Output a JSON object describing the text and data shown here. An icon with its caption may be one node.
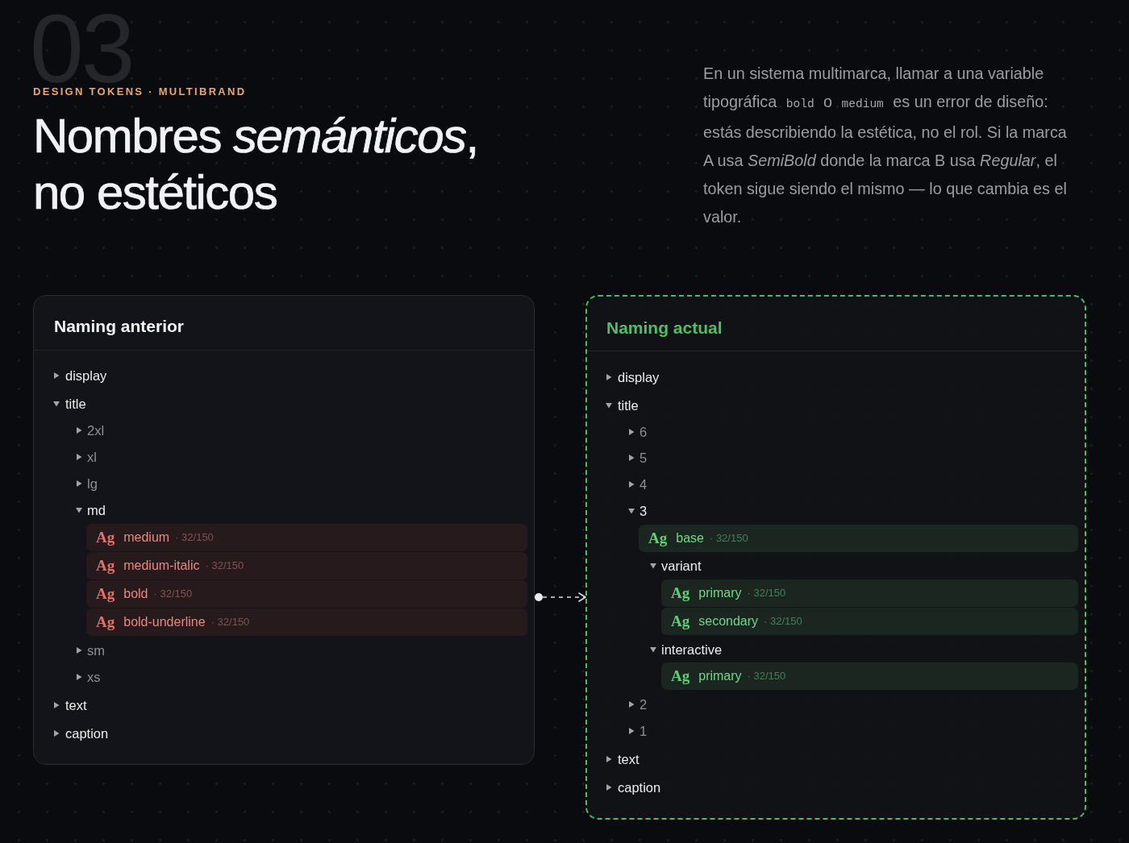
{
  "diagram": {
    "title": "Nombres *semánticos*, no estéticos",
    "nodes": [
      {
        "text": [
          "Naming anterior",
          "display",
          "title",
          "2xl",
          "xl",
          "lg",
          "md",
          "sm",
          "xs",
          "text",
          "caption"
        ]
      },
      {
        "text": [
          "Ag",
          "medium",
          "· 32/150"
        ],
        "in": 0
      },
      {
        "text": [
          "Ag",
          "medium-italic",
          "· 32/150"
        ],
        "in": 0
      },
      {
        "text": [
          "Ag",
          "bold",
          "· 32/150"
        ],
        "in": 0
      },
      {
        "text": [
          "Ag",
          "bold-underline",
          "· 32/150"
        ],
        "in": 0
      },
      {
        "text": [
          "Naming actual",
          "display",
          "title",
          "6",
          "5",
          "4",
          "3",
          "variant",
          "interactive",
          "2",
          "1",
          "text",
          "caption"
        ]
      },
      {
        "text": [
          "Ag",
          "base",
          "· 32/150"
        ],
        "in": 5
      },
      {
        "text": [
          "Ag",
          "primary",
          "· 32/150"
        ],
        "in": 5
      },
      {
        "text": [
          "Ag",
          "secondary",
          "· 32/150"
        ],
        "in": 5
      },
      {
        "text": [
          "Ag",
          "primary",
          "· 32/150"
        ],
        "in": 5
      }
    ],
    "edges": [
      {
        "from": 0,
        "to": 5,
        "arrow": "to",
        "style": "dashed"
      }
    ],
    "labels": [
      "03",
      "DESIGN TOKENS · MULTIBRAND",
      "En un sistema multimarca, llamar a una variable tipográfica",
      "bold",
      "o",
      "medium",
      "es un error de diseño: estás describiendo la estética, no el rol. Si la marca A usa *SemiBold* donde la marca B usa *Regular*, el token sigue siendo el mismo — lo que cambia es el valor."
    ]
  }
}
